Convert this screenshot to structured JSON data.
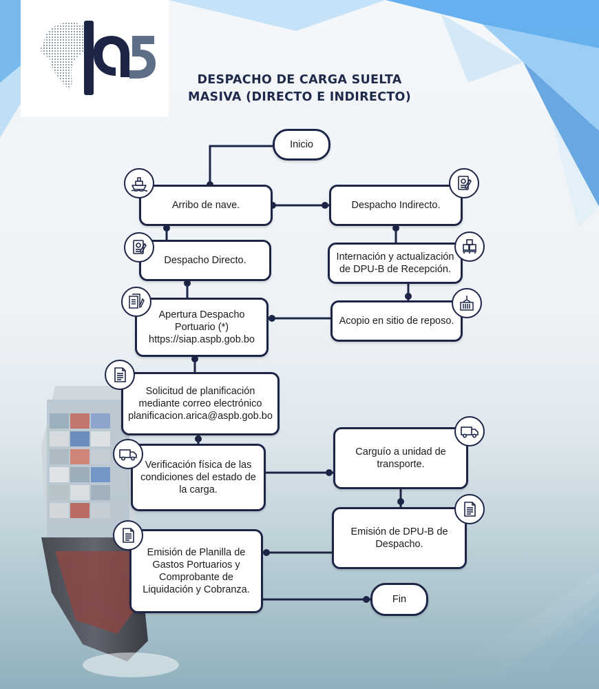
{
  "brand": {
    "logo_text": "AS"
  },
  "title": {
    "line1": "DESPACHO DE CARGA SUELTA",
    "line2": "MASIVA (DIRECTO E INDIRECTO)"
  },
  "colors": {
    "navy": "#1d2547",
    "title": "#1f2a4a",
    "accent_blue": "#2f7fd6",
    "logo_slate": "#5e6e86"
  },
  "nodes": {
    "inicio": "Inicio",
    "arribo": "Arribo de nave.",
    "despacho_indirecto": "Despacho Indirecto.",
    "despacho_directo": "Despacho Directo.",
    "internacion": "Internación y actualización\nde DPU-B de Recepción.",
    "apertura": "Apertura Despacho\nPortuario (*)\nhttps://siap.aspb.gob.bo",
    "acopio": "Acopio en sitio de reposo.",
    "solicitud": "Solicitud de planificación\nmediante correo electrónico\nplanificacion.arica@aspb.gob.bo",
    "verificacion": "Verificación física de las\ncondiciones del estado de\nla carga.",
    "carguio": "Carguío a unidad de\ntransporte.",
    "emision_dpu": "Emisión de DPU-B de\nDespacho.",
    "emision_planilla": "Emisión de Planilla de\nGastos Portuarios y\nComprobante de\nLiquidación y Cobranza.",
    "fin": "Fin"
  },
  "icons": {
    "arribo": "ship-icon",
    "despacho_indirecto": "document-stamp-icon",
    "despacho_directo": "document-stamp-icon",
    "internacion": "boxes-pallet-icon",
    "apertura": "documents-pen-icon",
    "acopio": "container-crane-icon",
    "solicitud": "document-icon",
    "verificacion": "truck-icon",
    "carguio": "truck-icon",
    "emision_dpu": "document-icon",
    "emision_planilla": "document-icon"
  }
}
